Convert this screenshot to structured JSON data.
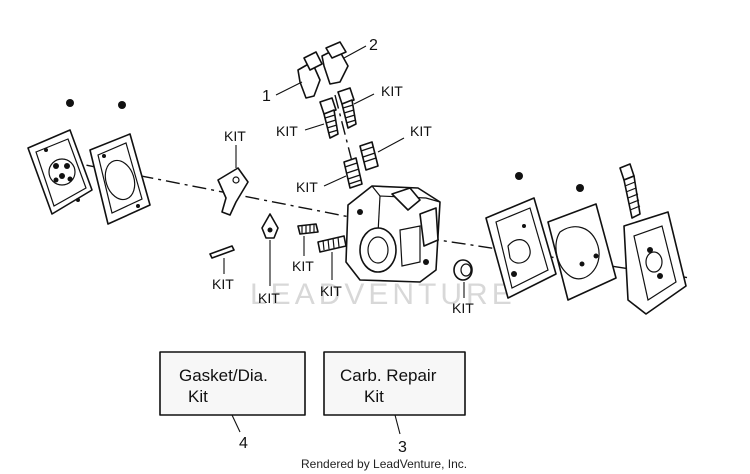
{
  "diagram": {
    "watermark": "LEADVENTURE",
    "footer": "Rendered by LeadVenture, Inc.",
    "callout_numbers": {
      "n1": "1",
      "n2": "2",
      "n3": "3",
      "n4": "4"
    },
    "kit_label": "KIT",
    "box_gasket": {
      "line1": "Gasket/Dia.",
      "line2": "Kit"
    },
    "box_repair": {
      "line1": "Carb. Repair",
      "line2": "Kit"
    }
  }
}
